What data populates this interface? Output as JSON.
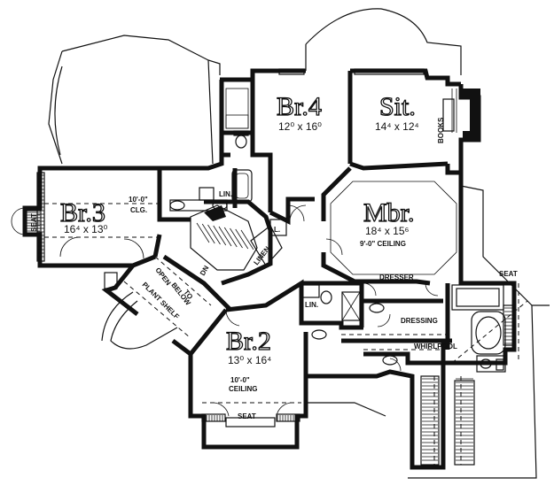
{
  "rooms": {
    "br4": {
      "name": "Br.4",
      "dims": "12⁰ x 16⁰"
    },
    "sit": {
      "name": "Sit.",
      "dims": "14⁴ x 12⁴"
    },
    "br3": {
      "name": "Br.3",
      "dims": "16⁴ x 13⁰",
      "ceiling": [
        "10'-0\"",
        "CLG."
      ]
    },
    "mbr": {
      "name": "Mbr.",
      "dims": "18⁴ x 15⁶",
      "ceiling": "9'-0\" CEILING"
    },
    "br2": {
      "name": "Br.2",
      "dims": "13⁰ x 16⁴",
      "ceiling": [
        "10'-0\"",
        "CEILING"
      ]
    }
  },
  "labels": {
    "books": "BOOKS",
    "lin_upper": "LIN.",
    "lin_lower": "LIN.",
    "linen": "LINEN",
    "l": "L.",
    "seat_left": "SEAT",
    "seat_bottom": "SEAT",
    "seat_right": "SEAT",
    "dresser": "DRESSER",
    "dressing": "DRESSING",
    "whirlpool": "WHIRLPOOL",
    "dn": "DN",
    "open_below": [
      "OPEN",
      "TO",
      "BELOW"
    ],
    "plant_shelf": "PLANT SHELF"
  }
}
